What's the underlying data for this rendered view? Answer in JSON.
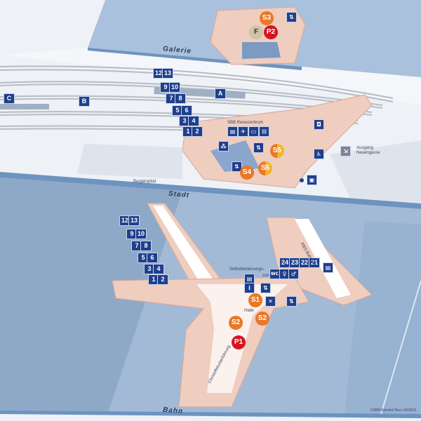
{
  "levels": {
    "top": "Galerie",
    "middle": "Stadt",
    "bottom": "Bahn"
  },
  "galerie": {
    "markers": [
      {
        "label": "S3",
        "color": "#e8782a"
      },
      {
        "label": "F",
        "color": "#cfc3a8"
      },
      {
        "label": "P2",
        "color": "#d4151f"
      }
    ],
    "icon": "elevator-icon"
  },
  "stadt": {
    "platform_tags": [
      "12",
      "13",
      "9",
      "10",
      "7",
      "8",
      "5",
      "6",
      "3",
      "4",
      "1",
      "2"
    ],
    "sector_tags": [
      "A",
      "B",
      "C"
    ],
    "labels": {
      "reisezentrum": "SBB Reisezentrum",
      "exit_line1": "Ausgang",
      "exit_line2": "Neuengasse",
      "burgerspital": "Burgerspital"
    },
    "markers": [
      {
        "label": "S5",
        "color": "#f1b52e"
      },
      {
        "label": "S5",
        "color": "#f1b52e"
      },
      {
        "label": "S4",
        "color": "#e8782a"
      }
    ],
    "icons": [
      "ticket-icon",
      "plane-icon",
      "luggage-icon",
      "taxi-icon",
      "escalator-icon",
      "elevator-icon",
      "elevator-icon",
      "shop-icon",
      "accessible-icon",
      "bus-icon"
    ]
  },
  "bahn": {
    "platform_tags": [
      "12",
      "13",
      "9",
      "10",
      "7",
      "8",
      "5",
      "6",
      "3",
      "4",
      "1",
      "2"
    ],
    "regional_tags": [
      "24",
      "23",
      "22",
      "21"
    ],
    "labels": {
      "selfservice_line1": "Selbstbedienungs-",
      "selfservice_line2": "zone",
      "halle": "Halle",
      "rbs": "RBS Bahnhof",
      "passage": "Christoffelunterführung"
    },
    "markers": [
      {
        "label": "S1",
        "color": "#e8782a"
      },
      {
        "label": "S2",
        "color": "#e8782a"
      },
      {
        "label": "S2",
        "color": "#e8782a"
      },
      {
        "label": "P1",
        "color": "#d4151f"
      }
    ],
    "icons": [
      "wc-icon",
      "wc-woman-icon",
      "wc-man-icon",
      "ticket-icon",
      "info-icon",
      "elevator-icon",
      "lifebuoy-icon",
      "elevator-icon",
      "ticket-icon"
    ]
  },
  "footer": {
    "copyright": "©SBB Bahnhof Bern 03/2016"
  }
}
